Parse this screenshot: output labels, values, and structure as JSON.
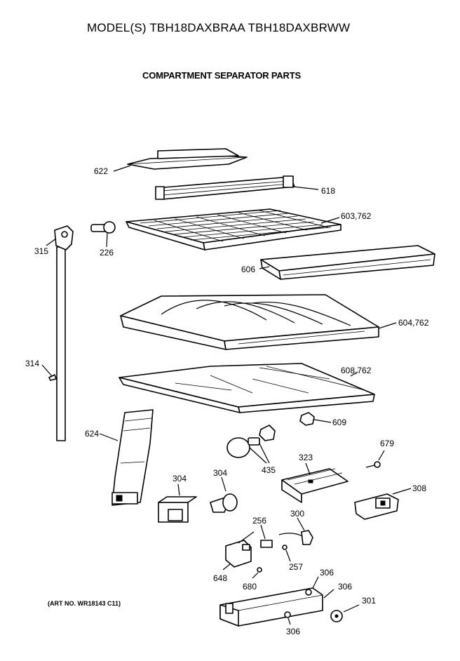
{
  "header": {
    "model_line": "MODEL(S) TBH18DAXBRAA  TBH18DAXBRWW",
    "section_title": "COMPARTMENT SEPARATOR PARTS"
  },
  "footer": {
    "art_number": "(ART NO. WR18143 C11)"
  },
  "callouts": [
    {
      "id": "622",
      "text": "622"
    },
    {
      "id": "618",
      "text": "618"
    },
    {
      "id": "603",
      "text": "603,762"
    },
    {
      "id": "315",
      "text": "315"
    },
    {
      "id": "226",
      "text": "226"
    },
    {
      "id": "606",
      "text": "606"
    },
    {
      "id": "604",
      "text": "604,762"
    },
    {
      "id": "314",
      "text": "314"
    },
    {
      "id": "608",
      "text": "608,762"
    },
    {
      "id": "609",
      "text": "609"
    },
    {
      "id": "624",
      "text": "624"
    },
    {
      "id": "679",
      "text": "679"
    },
    {
      "id": "435",
      "text": "435"
    },
    {
      "id": "323",
      "text": "323"
    },
    {
      "id": "304a",
      "text": "304"
    },
    {
      "id": "304b",
      "text": "304"
    },
    {
      "id": "308",
      "text": "308"
    },
    {
      "id": "300",
      "text": "300"
    },
    {
      "id": "256",
      "text": "256"
    },
    {
      "id": "257",
      "text": "257"
    },
    {
      "id": "648",
      "text": "648"
    },
    {
      "id": "680",
      "text": "680"
    },
    {
      "id": "306a",
      "text": "306"
    },
    {
      "id": "306b",
      "text": "306"
    },
    {
      "id": "301",
      "text": "301"
    },
    {
      "id": "306c",
      "text": "306"
    }
  ]
}
